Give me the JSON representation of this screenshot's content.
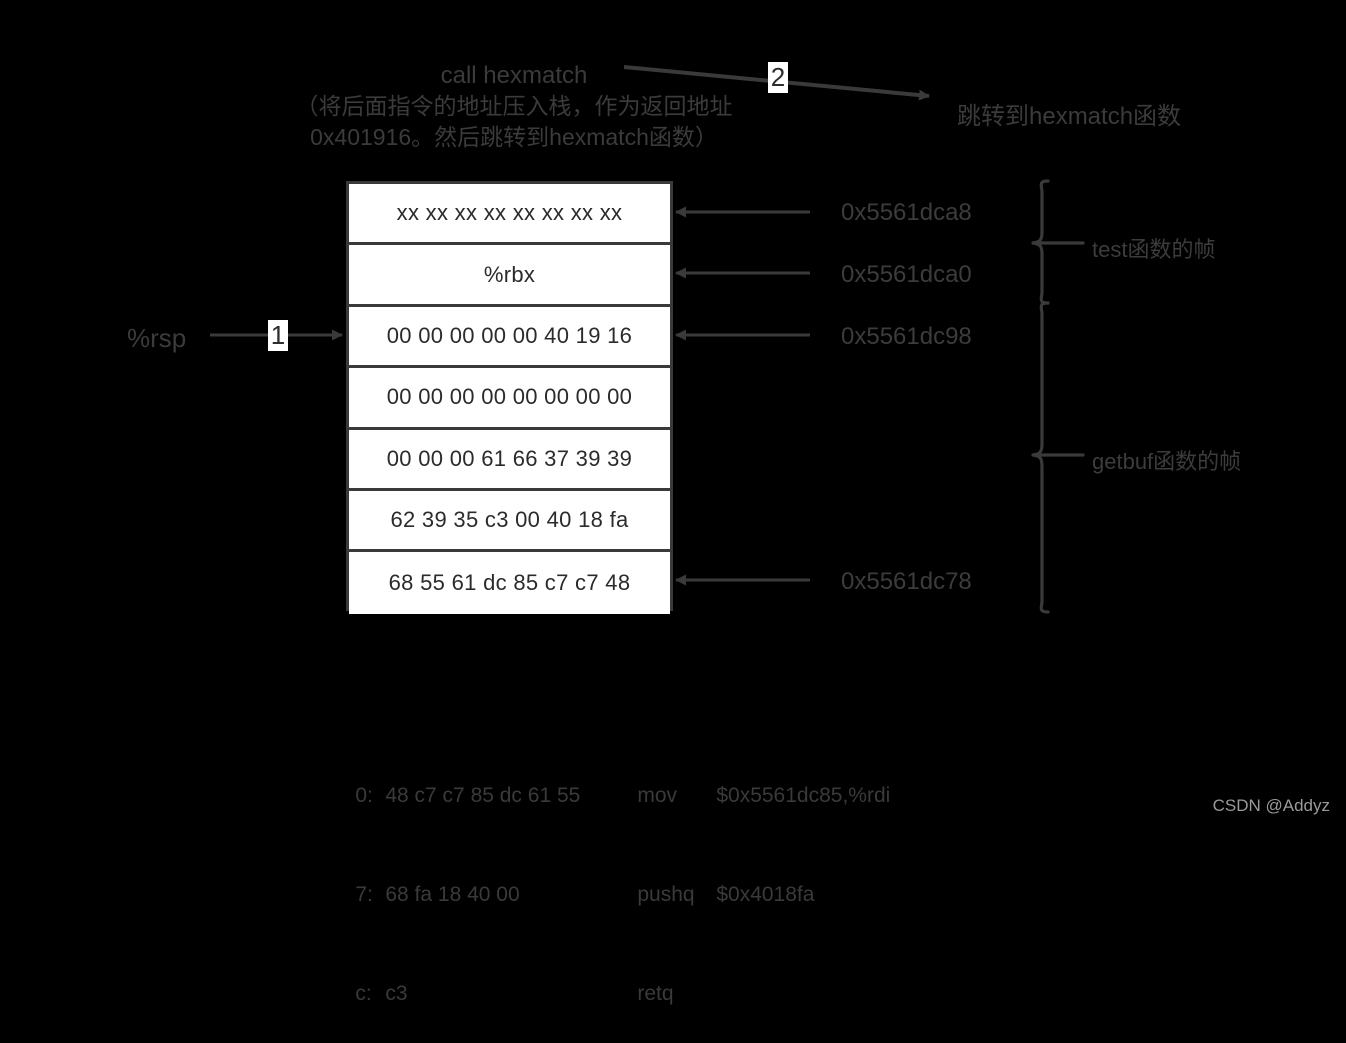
{
  "annotations": {
    "call_title": "call hexmatch",
    "call_detail_line1": "（将后面指令的地址压入栈，作为返回地址",
    "call_detail_line2": "0x401916。然后跳转到hexmatch函数）",
    "jump_label": "跳转到hexmatch函数",
    "marker_1": "1",
    "marker_2": "2",
    "rsp_label": "%rsp"
  },
  "stack": {
    "rows": [
      {
        "value": "xx xx xx xx xx xx xx xx",
        "address": "0x5561dca8"
      },
      {
        "value": "%rbx",
        "address": "0x5561dca0"
      },
      {
        "value": "00 00 00 00 00 40 19 16",
        "address": "0x5561dc98"
      },
      {
        "value": "00 00 00 00 00 00 00 00",
        "address": ""
      },
      {
        "value": "00 00 00 61 66 37 39 39",
        "address": ""
      },
      {
        "value": "62 39 35 c3 00 40 18 fa",
        "address": ""
      },
      {
        "value": "68 55 61 dc 85 c7 c7 48",
        "address": "0x5561dc78"
      }
    ]
  },
  "frames": [
    {
      "label": "test函数的帧"
    },
    {
      "label": "getbuf函数的帧"
    }
  ],
  "disassembly": {
    "lines": [
      {
        "offset": "0:",
        "bytes": "48 c7 c7 85 dc 61 55",
        "mnemonic": "mov",
        "operands": "$0x5561dc85,%rdi"
      },
      {
        "offset": "7:",
        "bytes": "68 fa 18 40 00",
        "mnemonic": "pushq",
        "operands": "$0x4018fa"
      },
      {
        "offset": "c:",
        "bytes": "c3",
        "mnemonic": "retq",
        "operands": ""
      }
    ]
  },
  "watermark": "CSDN @Addyz",
  "colors": {
    "background": "#000000",
    "ink": "#3a3a3a",
    "box_fill": "#ffffff",
    "box_text": "#2b2b2b",
    "watermark": "#9a9a9a"
  }
}
